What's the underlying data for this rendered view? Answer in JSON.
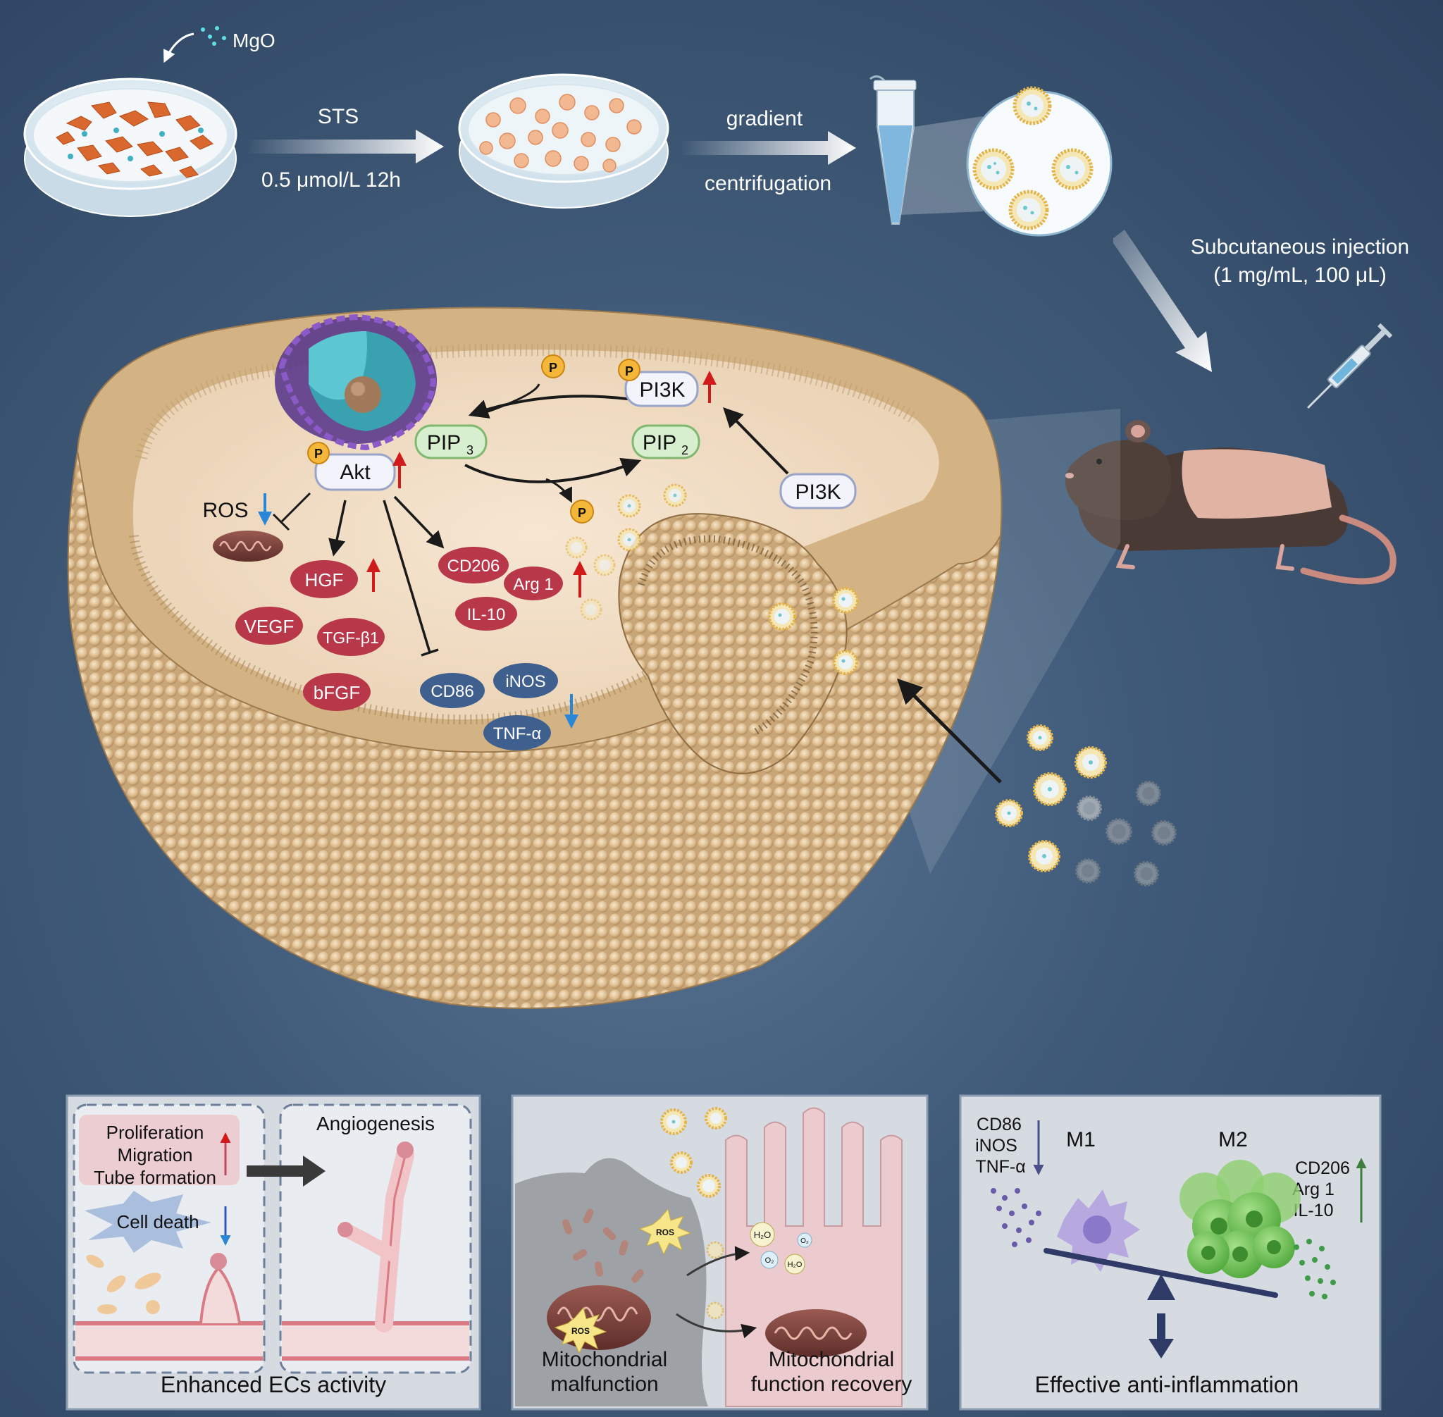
{
  "top": {
    "mgo_label": "MgO",
    "sts_label": "STS",
    "sts_condition": "0.5 μmol/L 12h",
    "gradient_label": "gradient",
    "centrifugation_label": "centrifugation",
    "injection_label": "Subcutaneous injection",
    "injection_dose": "(1 mg/mL, 100 μL)"
  },
  "cell": {
    "pi3k_top": "PI3K",
    "pi3k_right": "PI3K",
    "pip3": "PIP",
    "pip3_sub": "3",
    "pip2": "PIP",
    "pip2_sub": "2",
    "akt": "Akt",
    "phospho": "P",
    "ros": "ROS",
    "up_factors": [
      "HGF",
      "VEGF",
      "TGF-β1",
      "bFGF"
    ],
    "m2_markers": [
      "CD206",
      "Arg 1",
      "IL-10"
    ],
    "m1_markers": [
      "CD86",
      "iNOS",
      "TNF-α"
    ]
  },
  "panels": {
    "left": {
      "items": [
        "Proliferation",
        "Migration",
        "Tube formation"
      ],
      "cell_death": "Cell death",
      "angiogenesis": "Angiogenesis",
      "title": "Enhanced ECs activity"
    },
    "middle": {
      "ros": "ROS",
      "h2o": "H₂O",
      "o2": "O₂",
      "left_caption_1": "Mitochondrial",
      "left_caption_2": "malfunction",
      "right_caption_1": "Mitochondrial",
      "right_caption_2": "function recovery"
    },
    "right": {
      "m1": "M1",
      "m2": "M2",
      "m1_markers": [
        "CD86",
        "iNOS",
        "TNF-α"
      ],
      "m2_markers": [
        "CD206",
        "Arg 1",
        "IL-10"
      ],
      "title": "Effective anti-inflammation"
    }
  },
  "colors": {
    "membrane": "#e3c59a",
    "up_arrow": "#d11a1a",
    "down_arrow": "#2a86d6",
    "red_factor": "#b8384a",
    "blue_factor": "#3f5f8f"
  }
}
